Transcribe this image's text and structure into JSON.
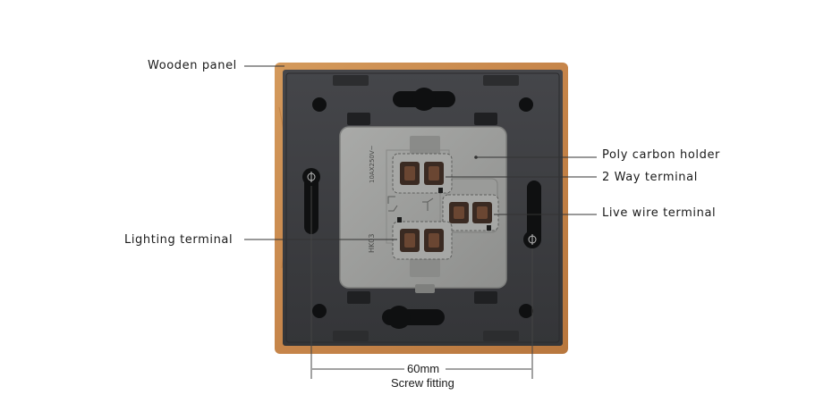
{
  "callouts": {
    "wooden_panel": "Wooden panel",
    "poly_carbon_holder": "Poly carbon holder",
    "two_way_terminal": "2 Way terminal",
    "live_wire_terminal": "Live wire terminal",
    "lighting_terminal": "Lighting terminal"
  },
  "dimension": {
    "measurement": "60mm",
    "caption": "Screw fitting"
  },
  "module_markings": {
    "rating": "10AX250V~",
    "model": "HK03"
  },
  "colors": {
    "wood": "#c98a4e",
    "wood_dark": "#a86a34",
    "back_plate": "#3a3b3d",
    "module": "#9c9d9b",
    "leader_line": "#333333"
  }
}
